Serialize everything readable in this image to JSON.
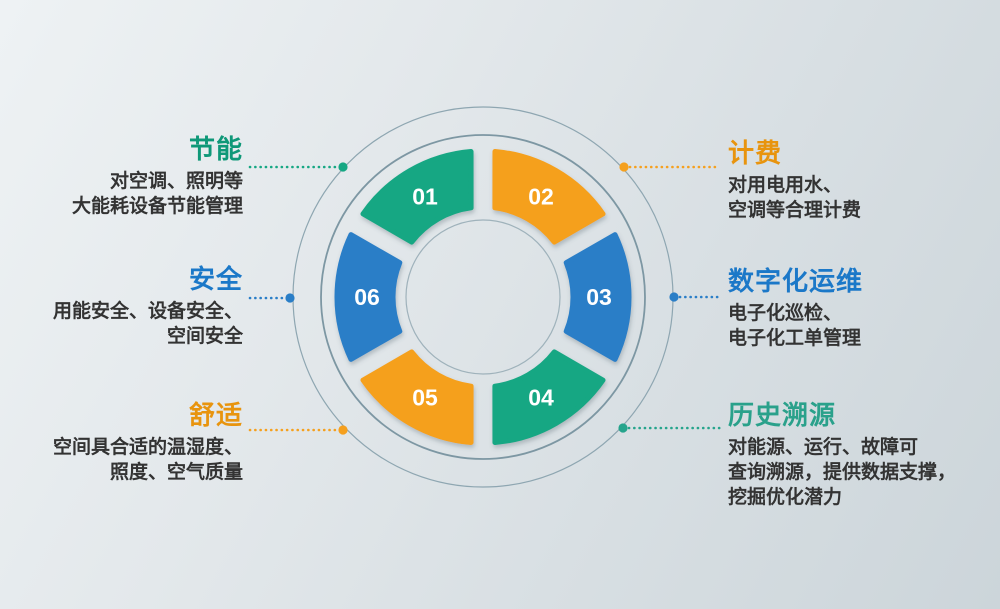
{
  "page": {
    "background_start": "#eef2f4",
    "background_end": "#ccd5da"
  },
  "desc_color": "#333333",
  "wheel": {
    "ring_colors": {
      "inner": "#9fb2bb",
      "middle": "#7d97a3",
      "outer": "#8ea6b1"
    },
    "number_color": "#ffffff",
    "segments": [
      {
        "num": "01",
        "color": "#16a783",
        "position": "top-left"
      },
      {
        "num": "02",
        "color": "#f5a01e",
        "position": "top-right"
      },
      {
        "num": "03",
        "color": "#2a7ec7",
        "position": "right"
      },
      {
        "num": "04",
        "color": "#16a783",
        "position": "bottom-right"
      },
      {
        "num": "05",
        "color": "#f5a01e",
        "position": "bottom-left"
      },
      {
        "num": "06",
        "color": "#2a7ec7",
        "position": "left"
      }
    ]
  },
  "labels": [
    {
      "title": "节能",
      "title_color": "#0f9878",
      "accent": "#16a783",
      "side": "left",
      "desc_lines": [
        "对空调、照明等",
        "大能耗设备节能管理"
      ]
    },
    {
      "title": "计费",
      "title_color": "#e8940e",
      "accent": "#f5a01e",
      "side": "right",
      "desc_lines": [
        "对用电用水、",
        "空调等合理计费"
      ]
    },
    {
      "title": "安全",
      "title_color": "#1b78c8",
      "accent": "#2a7ec7",
      "side": "left",
      "desc_lines": [
        "用能安全、设备安全、",
        "空间安全"
      ]
    },
    {
      "title": "数字化运维",
      "title_color": "#1b78c8",
      "accent": "#2a7ec7",
      "side": "right",
      "desc_lines": [
        "电子化巡检、",
        "电子化工单管理"
      ]
    },
    {
      "title": "舒适",
      "title_color": "#e8940e",
      "accent": "#f5a01e",
      "side": "left",
      "desc_lines": [
        "空间具合适的温湿度、",
        "照度、空气质量"
      ]
    },
    {
      "title": "历史溯源",
      "title_color": "#2aa18b",
      "accent": "#25a48c",
      "side": "right",
      "desc_lines": [
        "对能源、运行、故障可",
        "查询溯源，提供数据支撑，",
        "挖掘优化潜力"
      ]
    }
  ]
}
